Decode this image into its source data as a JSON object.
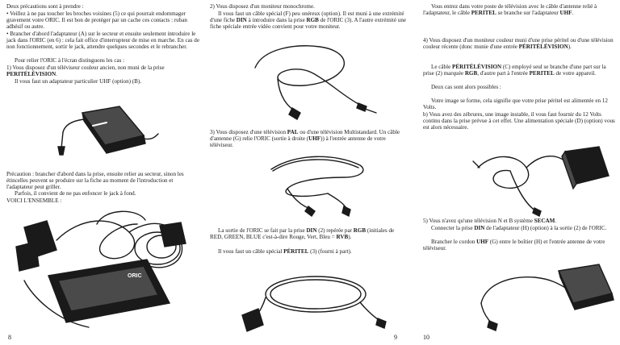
{
  "page_left": {
    "heading": "Deux précautions sont à prendre :",
    "bullet1": "• Veillez à ne pas toucher les broches voisines (5) ce qui pourrait endommager gravement votre ORIC. Il est bon de protéger par un cache ces contacts : ruban adhésif ou autre.",
    "bullet2": "• Brancher d'abord l'adaptateur (A) sur le secteur et ensuite seulement introduire le jack dans l'ORIC (en 6) : cela fait office d'interrupteur de mise en marche. En cas de non fonctionnement, sortir le jack, attendre quelques secondes et le rebrancher.",
    "relier": "Pour relier l'ORIC à l'écran distinguons les cas :",
    "case1_a": "1) Vous disposez d'un téléviseur couleur ancien, non muni de la prise ",
    "case1_b": "PERITÉLÉVISION",
    "case1_c": ".",
    "case1_adapter": "Il vous faut un adaptateur particulier UHF (option) (B).",
    "precaution": "Précaution : brancher d'abord dans la prise, ensuite relier au secteur, sinon les étincelles peuvent se produire sur la fiche au moment de l'introduction et l'adaptateur peut griller.",
    "parfois": "Parfois, il convient de ne pas enfoncer le jack à fond.",
    "ensemble": "VOICI L'ENSEMBLE :",
    "computer_logo": "ORIC",
    "page_number": "8"
  },
  "page_middle": {
    "case2_a": "2) Vous disposez d'un moniteur monochrome.",
    "case2_b": "Il vous faut un câble spécial (F) peu onéreux (option). Il est muni à une extrémité d'une fiche ",
    "case2_din": "DIN",
    "case2_c": " à introduire dans la prise ",
    "case2_rgb": "RGB",
    "case2_d": " de l'ORIC (3). A l'autre extrémité une fiche spéciale entrée vidéo convient pour votre moniteur.",
    "case3_a": "3) Vous disposez d'une télévision ",
    "case3_pal": "PAL",
    "case3_b": " ou d'une télévision Multistandard. Un câble d'antenne (G) relie l'ORIC (sortie à droite (",
    "case3_uhf": "UHF",
    "case3_c": ")) à l'entrée antenne de votre téléviseur.",
    "rgb_a": "La sortie de l'ORIC se fait par la prise ",
    "rgb_din": "DIN",
    "rgb_b": " (2) repérée par ",
    "rgb_rgb": "RGB",
    "rgb_c": " (initiales de RED, GREEN, BLUE c'est-à-dire Rouge, Vert, Bleu = ",
    "rgb_rvb": "RVB",
    "rgb_d": ").",
    "peritel_a": "Il vous faut un câble spécial ",
    "peritel_b": "PÉRITEL",
    "peritel_c": " (3) (fourni à part).",
    "page_number": "9"
  },
  "page_right": {
    "p1_a": "Vous entrez dans votre poste de télévision avec le câble d'antenne relié à l'adaptateur, le câble ",
    "p1_peritel": "PERITEL",
    "p1_b": " se branche sur l'adaptateur ",
    "p1_uhf": "UHF",
    "p1_c": ".",
    "case4_a": "4) Vous disposez d'un moniteur couleur muni d'une prise péritel ou d'une télévision couleur récente (donc munie d'une entrée ",
    "case4_b": "PÉRITÉLÉVISION",
    "case4_c": ").",
    "cable_a": "Le câble ",
    "cable_b": "PÉRITÉLÉVISION",
    "cable_c": " (C) employé seul se branche d'une part sur la prise (2) marquée ",
    "cable_rgb": "RGB",
    "cable_d": ", d'autre part à l'entrée ",
    "cable_peritel": "PERITEL",
    "cable_e": " de votre appareil.",
    "cas_possibles": "Deux cas sont alors possibles :",
    "image_ferme": "Votre image se forme, cela signifie que votre prise péritel est alimentée en 12 Volts.",
    "case_b": "b) Vous avez des zébrures, une image instable, il vous faut fournir du 12 Volts continu dans la prise prévue à cet effet. Une alimentation spéciale (D) (option) vous est alors nécessaire.",
    "case5_a": "5) Vous n'avez qu'une télévision N et B système ",
    "case5_secam": "SECAM",
    "case5_b": ".",
    "connect_a": "Connecter la prise ",
    "connect_din": "DIN",
    "connect_b": " de l'adaptateur (H) (option) à la sortie (2) de l'ORIC.",
    "branch_a": "Brancher le cordon ",
    "branch_uhf": "UHF",
    "branch_b": " (G) entre le boîtier (H) et l'entrée antenne de votre téléviseur.",
    "page_number": "10"
  }
}
